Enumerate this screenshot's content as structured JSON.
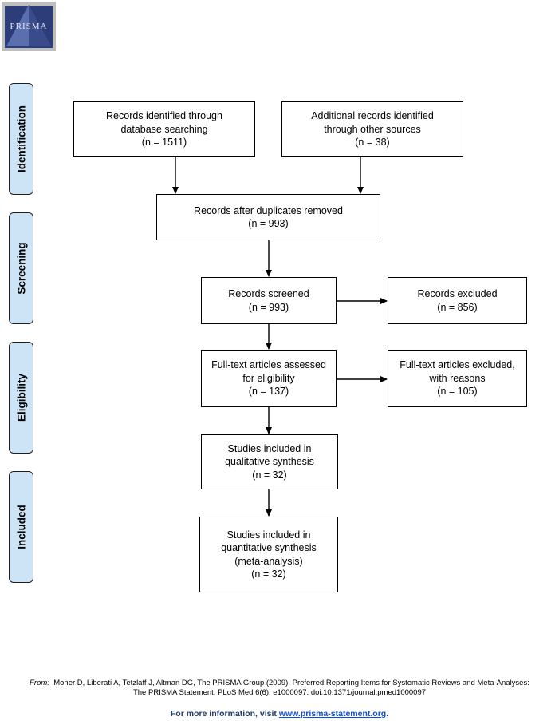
{
  "logo": {
    "text": "PRISMA"
  },
  "stages": {
    "identification": "Identification",
    "screening": "Screening",
    "eligibility": "Eligibility",
    "included": "Included"
  },
  "boxes": {
    "db_search": {
      "lines": [
        "Records identified through",
        "database searching",
        "(n = 1511)"
      ]
    },
    "other_sources": {
      "lines": [
        "Additional records identified",
        "through other sources",
        "(n = 38)"
      ]
    },
    "after_duplicates": {
      "lines": [
        "Records after duplicates removed",
        "(n = 993)"
      ]
    },
    "screened": {
      "lines": [
        "Records screened",
        "(n = 993)"
      ]
    },
    "excluded": {
      "lines": [
        "Records excluded",
        "(n = 856)"
      ]
    },
    "fulltext_assessed": {
      "lines": [
        "Full-text articles assessed",
        "for eligibility",
        "(n = 137)"
      ]
    },
    "fulltext_excluded": {
      "lines": [
        "Full-text articles excluded,",
        "with reasons",
        "(n = 105)"
      ]
    },
    "qualitative": {
      "lines": [
        "Studies included in",
        "qualitative synthesis",
        "(n = 32)"
      ]
    },
    "quantitative": {
      "lines": [
        "Studies included in",
        "quantitative synthesis",
        "(meta-analysis)",
        "(n = 32)"
      ]
    }
  },
  "footer": {
    "from_label": "From:",
    "citation_line1": "Moher D, Liberati A, Tetzlaff J, Altman DG, The PRISMA Group (2009). Preferred Reporting Items for Systematic Reviews and Meta-Analyses:",
    "citation_line2": "The PRISMA Statement. PLoS Med 6(6): e1000097. doi:10.1371/journal.pmed1000097",
    "more_info_prefix": "For more information, visit ",
    "more_info_link": "www.prisma-statement.org",
    "more_info_suffix": "."
  },
  "colors": {
    "stage_fill": "#cde4f7",
    "link": "#0b4fd6",
    "more_info_text": "#1f3c6e"
  }
}
